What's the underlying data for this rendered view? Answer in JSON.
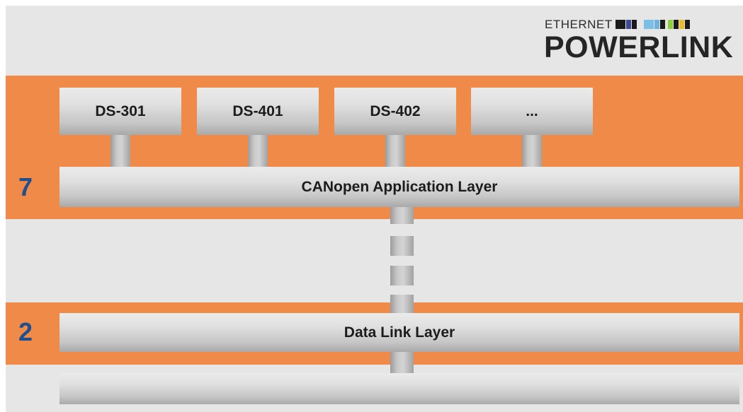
{
  "logo": {
    "top_text": "ETHERNET",
    "main_text": "POWERLINK",
    "color_bar": [
      "#1a1a1a",
      "#3c4a96",
      "#1a1a1a",
      "#7bbfe6",
      "#6fb3dd",
      "#1a1a1a",
      "#8fcf3c",
      "#1a1a1a",
      "#e9bc2a",
      "#1a1a1a"
    ]
  },
  "profiles": [
    "DS-301",
    "DS-401",
    "DS-402",
    "..."
  ],
  "layers": {
    "application": {
      "number": "7",
      "label": "CANopen Application Layer"
    },
    "data_link": {
      "number": "2",
      "label": "Data Link Layer"
    }
  },
  "colors": {
    "band": "#f08a48",
    "background": "#e6e6e6",
    "layer_number": "#1f4f8f"
  }
}
